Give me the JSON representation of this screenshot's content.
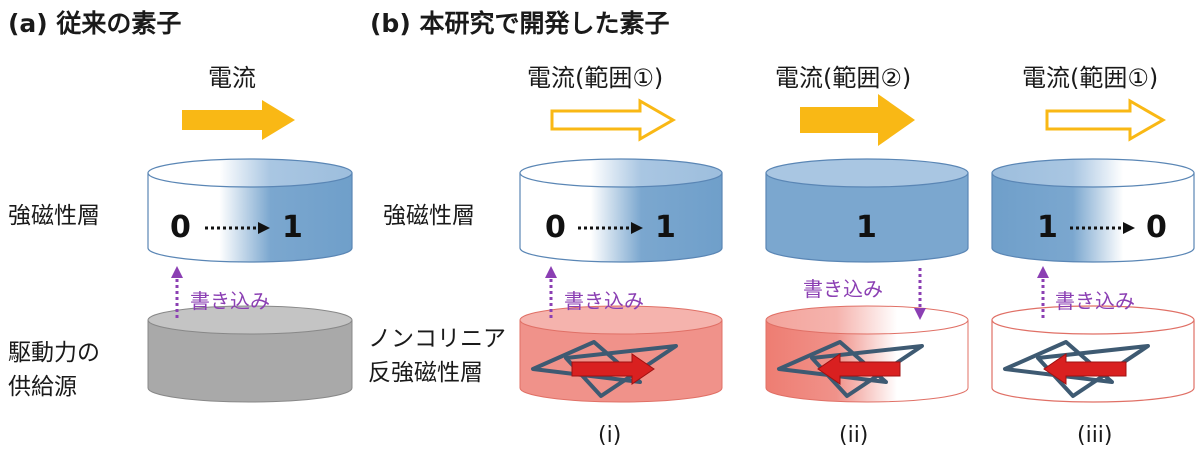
{
  "headings": {
    "a": "(a) 従来の素子",
    "b": "(b) 本研究で開発した素子"
  },
  "current": {
    "a": "電流",
    "i": "電流(範囲①)",
    "ii": "電流(範囲②)",
    "iii": "電流(範囲①)"
  },
  "side_labels": {
    "ferro_a": "強磁性層",
    "source": [
      "駆動力の",
      "供給源"
    ],
    "ferro_b": "強磁性層",
    "af": [
      "ノンコリニア",
      "反強磁性層"
    ]
  },
  "bits": {
    "a_from": "0",
    "a_to": "1",
    "i_from": "0",
    "i_to": "1",
    "ii": "1",
    "iii_from": "1",
    "iii_to": "0"
  },
  "write_label": "書き込み",
  "captions": {
    "i": "(i)",
    "ii": "(ii)",
    "iii": "(iii)"
  },
  "colors": {
    "arrow_yellow": "#f9b815",
    "ferro_blue": "#7ba7cf",
    "af_red": "#f0928a",
    "gray": "#a9a9a9",
    "purple": "#8b3fb3",
    "red_arrow": "#d92020"
  }
}
